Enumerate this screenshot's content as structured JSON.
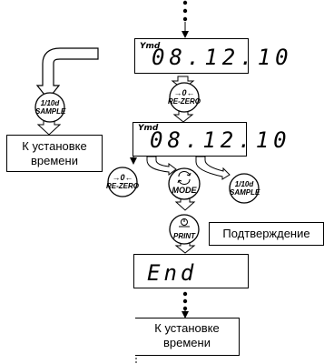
{
  "display1": {
    "mode": "Ymd",
    "value": "08.12.10"
  },
  "display2": {
    "mode": "Ymd",
    "value": "08.12.10"
  },
  "display3": {
    "value": "End"
  },
  "buttons": {
    "sample_top": "1/10d",
    "sample_bottom": "SAMPLE",
    "rezero_top": "→0←",
    "rezero_bottom": "RE-ZERO",
    "rezero2_top": "→0←",
    "rezero2_bottom": "RE-ZERO",
    "mode_bottom": "MODE",
    "sample2_top": "1/10d",
    "sample2_bottom": "SAMPLE",
    "print_bottom": "PRINT"
  },
  "boxes": {
    "to_time_1": [
      "К установке",
      "времени"
    ],
    "confirm": "Подтверждение",
    "to_time_2": [
      "К установке",
      "времени"
    ]
  }
}
